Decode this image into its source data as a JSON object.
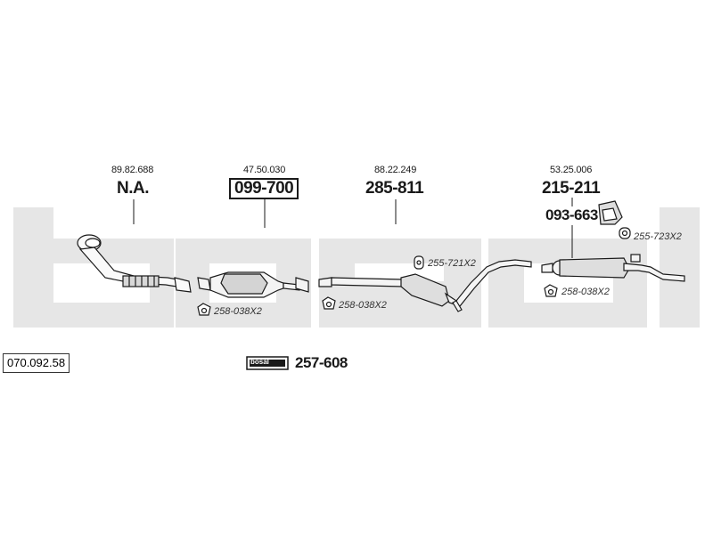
{
  "catalog_number": "070.092.58",
  "watermark": "bosal",
  "parts": [
    {
      "ref": "89.82.688",
      "part_no": "N.A."
    },
    {
      "ref": "47.50.030",
      "part_no": "099-700"
    },
    {
      "ref": "88.22.249",
      "part_no": "285-811"
    },
    {
      "ref": "53.25.006",
      "part_no": "215-211"
    }
  ],
  "bracket_part": "093-663",
  "accessories": {
    "gasket_1": "258-038X2",
    "gasket_2": "258-038X2",
    "gasket_3": "258-038X2",
    "ring_1": "255-721X2",
    "ring_2": "255-723X2"
  },
  "fitting_kit": {
    "brand": "bosal",
    "part_no": "257-608"
  }
}
